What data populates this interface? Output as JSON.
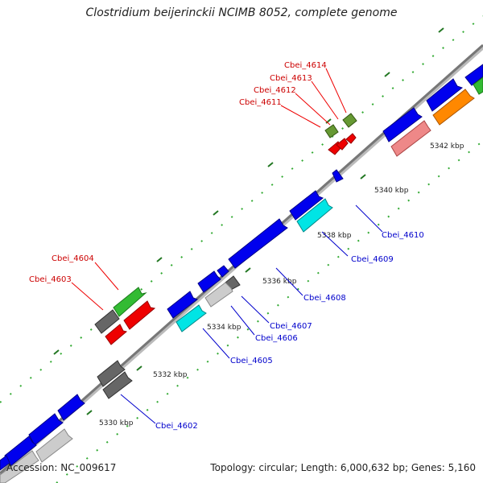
{
  "title": "Clostridium beijerinckii NCIMB 8052, complete genome",
  "footer": {
    "accession": "Accession: NC_009617",
    "summary": "Topology: circular; Length: 6,000,632 bp; Genes: 5,160"
  },
  "colors": {
    "backbone": "#888888",
    "cds_blue": "#0000ee",
    "cds_gray_dark": "#666666",
    "cds_gray_light": "#cccccc",
    "cds_cyan": "#00e5e5",
    "cds_green": "#33bb33",
    "cds_olive": "#669933",
    "cds_red": "#ee0000",
    "cds_pink": "#ee8888",
    "cds_orange": "#ff8800",
    "label_red": "#cc0000",
    "label_blue": "#0000cc",
    "tick_green": "#227722"
  },
  "ticks": [
    {
      "label": "5330 kbp"
    },
    {
      "label": "5332 kbp"
    },
    {
      "label": "5334 kbp"
    },
    {
      "label": "5336 kbp"
    },
    {
      "label": "5338 kbp"
    },
    {
      "label": "5340 kbp"
    },
    {
      "label": "5342 kbp"
    }
  ],
  "gene_labels": {
    "Cbei_4614": "Cbei_4614",
    "Cbei_4613": "Cbei_4613",
    "Cbei_4612": "Cbei_4612",
    "Cbei_4611": "Cbei_4611",
    "Cbei_4604": "Cbei_4604",
    "Cbei_4603": "Cbei_4603",
    "Cbei_4610": "Cbei_4610",
    "Cbei_4609": "Cbei_4609",
    "Cbei_4608": "Cbei_4608",
    "Cbei_4607": "Cbei_4607",
    "Cbei_4606": "Cbei_4606",
    "Cbei_4605": "Cbei_4605",
    "Cbei_4602": "Cbei_4602"
  }
}
